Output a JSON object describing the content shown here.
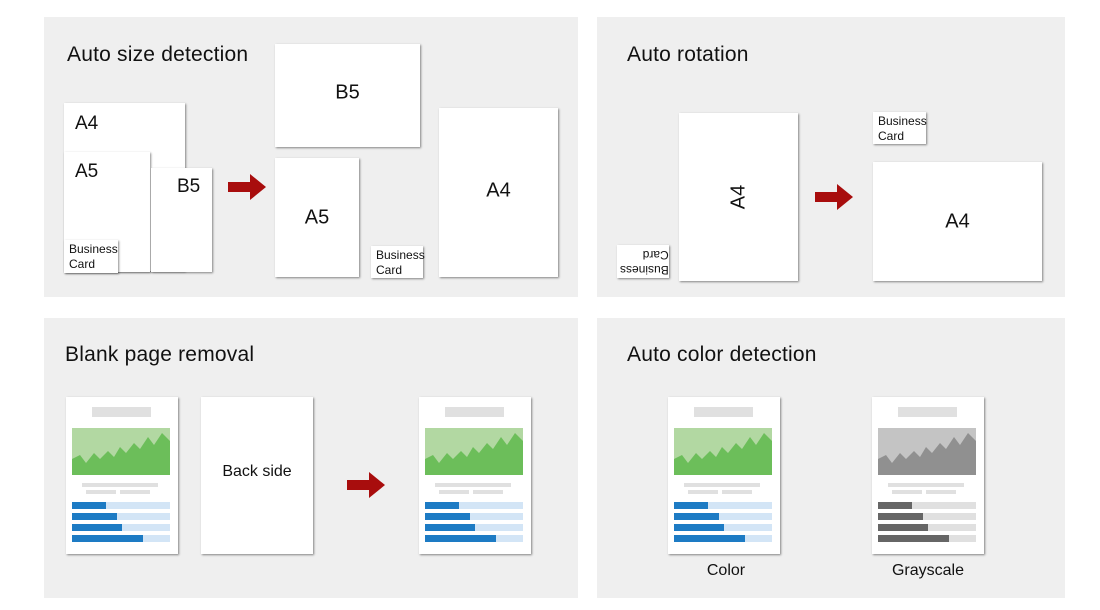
{
  "panels": {
    "size": {
      "title": "Auto size detection"
    },
    "rotation": {
      "title": "Auto rotation"
    },
    "blank": {
      "title": "Blank page removal",
      "back_label": "Back side"
    },
    "color": {
      "title": "Auto color detection",
      "color_caption": "Color",
      "gray_caption": "Grayscale"
    }
  },
  "labels": {
    "a4": "A4",
    "a5": "A5",
    "b5": "B5",
    "business_card": "Business\nCard"
  },
  "colors": {
    "arrow": "#a80d0d",
    "chart_green": "#6cbe5a",
    "chart_green_light": "#b2d8a2",
    "bar_blue": "#1d7bc4",
    "bar_blue_light": "#d3e5f6",
    "gray_dark": "#909090",
    "gray_light": "#c4c4c4"
  }
}
